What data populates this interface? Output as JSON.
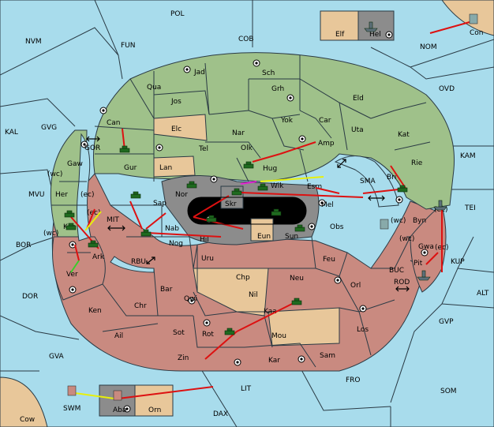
{
  "provinces": {
    "POL": "POL",
    "FUN": "FUN",
    "COB": "COB",
    "NVM": "NVM",
    "NOM": "NOM",
    "OVD": "OVD",
    "KAL": "KAL",
    "GVG": "GVG",
    "MVU": "MVU",
    "BOR": "BOR",
    "DOR": "DOR",
    "GVA": "GVA",
    "LIT": "LIT",
    "DAX": "DAX",
    "FRO": "FRO",
    "SOM": "SOM",
    "GVP": "GVP",
    "ALT": "ALT",
    "KUP": "KUP",
    "TEI": "TEI",
    "KAM": "KAM",
    "SMA": "SMA",
    "BUC": "BUC",
    "ROD": "ROD",
    "GOR": "GOR",
    "MIT": "MIT",
    "RBU": "RBU",
    "Elf": "Elf",
    "Hel": "Hel",
    "Con": "Con",
    "Cow": "Cow",
    "SWM": "SWM",
    "Aba": "Aba",
    "Orn": "Orn",
    "Jad": "Jad",
    "Sch": "Sch",
    "Qua": "Qua",
    "Jos": "Jos",
    "Grh": "Grh",
    "Eld": "Eld",
    "Can": "Can",
    "Elc": "Elc",
    "Yok": "Yok",
    "Car": "Car",
    "Nar": "Nar",
    "Uta": "Uta",
    "Kat": "Kat",
    "Gaw": "Gaw",
    "Tel": "Tel",
    "Olk": "Olk",
    "Amp": "Amp",
    "Gur": "Gur",
    "Lan": "Lan",
    "Hug": "Hug",
    "Rie": "Rie",
    "Bri": "Bri",
    "Her": "Her",
    "Esm": "Esm",
    "Wik": "Wik",
    "Nor": "Nor",
    "Skr": "Skr",
    "Sap": "Sap",
    "Ost": "Ost",
    "Mel": "Mel",
    "Web": "Web",
    "Kor": "Kor",
    "Nab": "Nab",
    "Byn": "Byn",
    "Obs": "Obs",
    "Eun": "Eun",
    "Hil": "Hil",
    "Sun": "Sun",
    "Gwa": "Gwa",
    "Nog": "Nog",
    "Ark": "Ark",
    "Pit": "Pit",
    "Uru": "Uru",
    "Feu": "Feu",
    "Ver": "Ver",
    "Chp": "Chp",
    "Neu": "Neu",
    "Bar": "Bar",
    "Orl": "Orl",
    "Qwi": "Qwi",
    "Nil": "Nil",
    "Ken": "Ken",
    "Chr": "Chr",
    "Kaa": "Kaa",
    "Ail": "Ail",
    "Sot": "Sot",
    "Rot": "Rot",
    "Mou": "Mou",
    "Los": "Los",
    "Zin": "Zin",
    "Kar": "Kar",
    "Sam": "Sam"
  },
  "coast_labels": {
    "wc1": "(wc)",
    "ec1": "(ec)",
    "ec2": "(ec)",
    "wc2": "(wc)",
    "wc3": "(wc)",
    "wc4": "(wc)",
    "ec3": "(ec)",
    "ec4": "(ec)"
  },
  "colors": {
    "sea": "#a8dcec",
    "green_power": "#9fc18a",
    "red_power": "#c98a80",
    "neutral": "#e8c79a",
    "impassable": "#8c8c8c",
    "order_move": "#d11111",
    "order_support": "#e8f00a",
    "order_convoy": "#3acd2a",
    "order_hold": "#e020d0"
  },
  "icons": {
    "supply_center": "supply-center-icon",
    "army": "army-icon",
    "fleet": "fleet-icon",
    "two_way": "two-way-arrow-icon"
  }
}
